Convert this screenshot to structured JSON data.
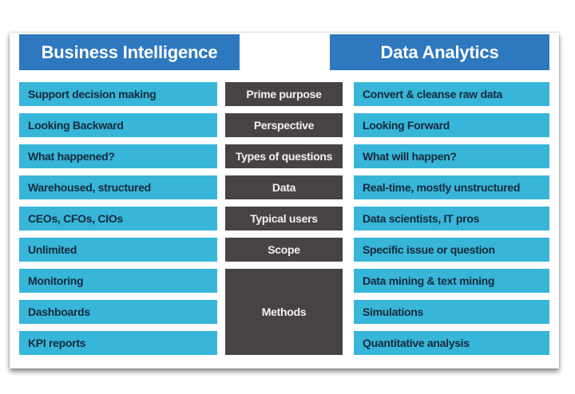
{
  "colors": {
    "header_blue": "#2e78c0",
    "row_cyan": "#37b6d9",
    "category_dark": "#474344",
    "row_text": "#152a3c",
    "header_text": "#ffffff"
  },
  "headers": {
    "left": "Business Intelligence",
    "right": "Data Analytics"
  },
  "business_intelligence": [
    "Support decision making",
    "Looking Backward",
    "What happened?",
    "Warehoused, structured",
    "CEOs, CFOs, CIOs",
    "Unlimited",
    "Monitoring",
    "Dashboards",
    "KPI reports"
  ],
  "categories": [
    "Prime purpose",
    "Perspective",
    "Types of questions",
    "Data",
    "Typical users",
    "Scope",
    "Methods"
  ],
  "data_analytics": [
    "Convert & cleanse raw data",
    "Looking Forward",
    "What will happen?",
    "Real-time, mostly unstructured",
    "Data scientists, IT pros",
    "Specific issue or question",
    "Data mining & text mining",
    "Simulations",
    "Quantitative analysis"
  ]
}
